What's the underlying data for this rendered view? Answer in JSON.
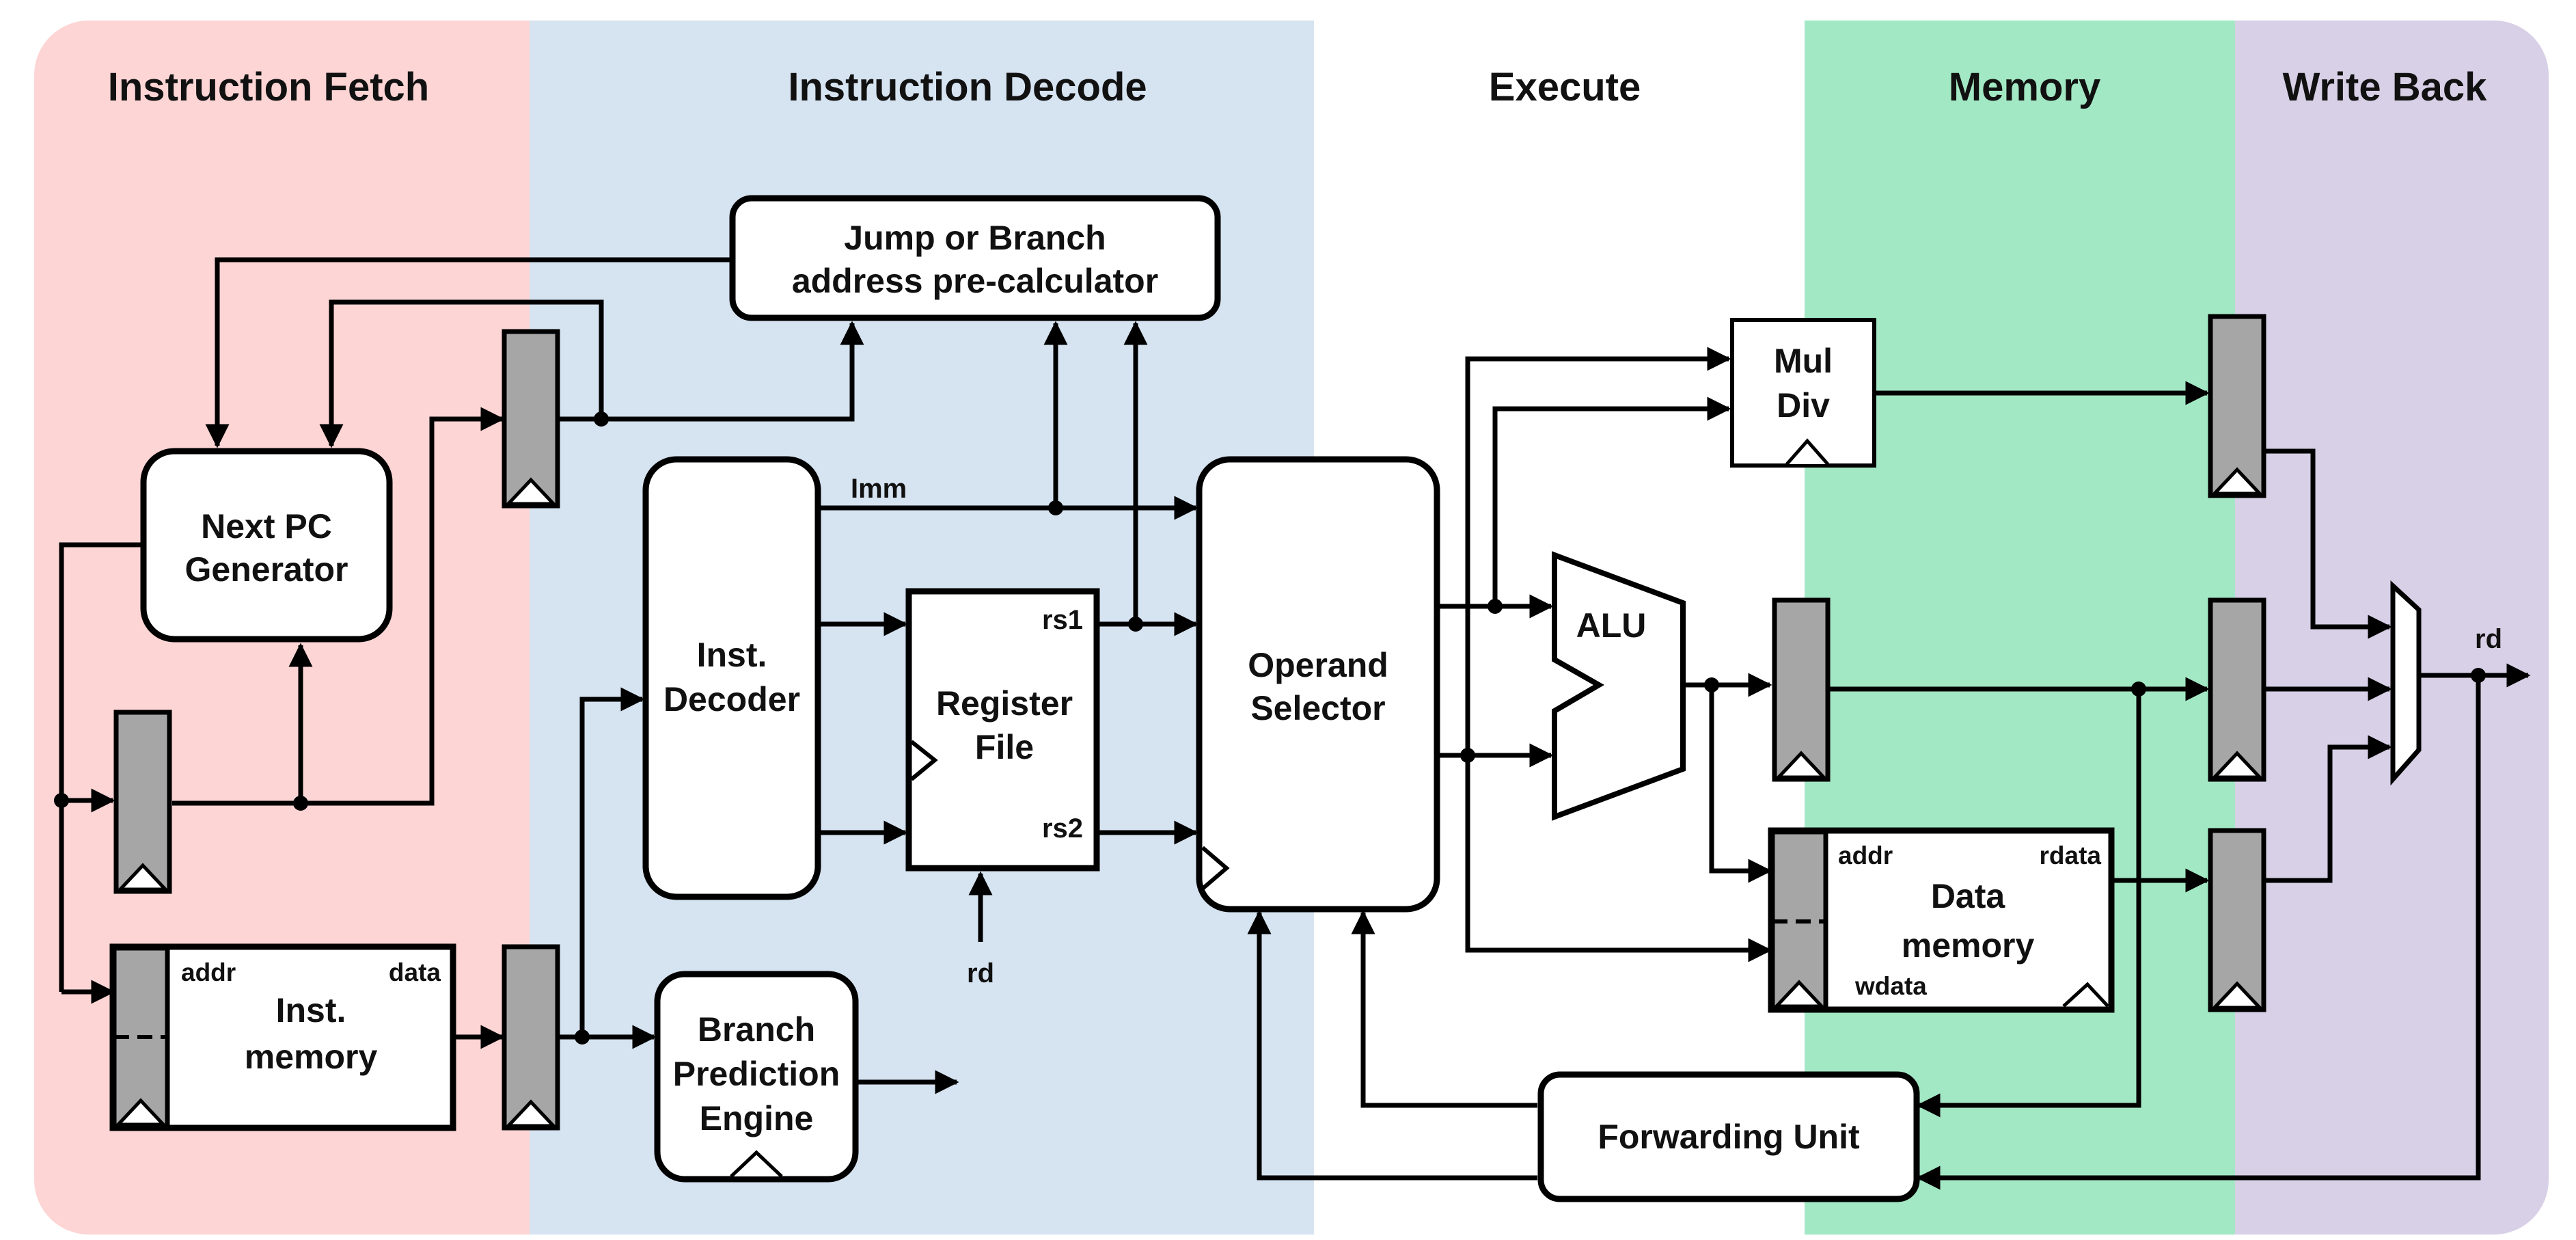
{
  "stages": {
    "fetch": "Instruction Fetch",
    "decode": "Instruction Decode",
    "execute": "Execute",
    "memory": "Memory",
    "writeback": "Write Back"
  },
  "colors": {
    "fetch_bg": "#fdd5d5",
    "decode_bg": "#d6e3f1",
    "execute_bg": "#ffffff",
    "memory_bg": "#a3e8c4",
    "writeback_bg": "#d8d0e6",
    "register_fill": "#a6a6a6"
  },
  "blocks": {
    "jump_branch": {
      "line1": "Jump or Branch",
      "line2": "address pre-calculator"
    },
    "next_pc": {
      "line1": "Next PC",
      "line2": "Generator"
    },
    "inst_decoder": {
      "line1": "Inst.",
      "line2": "Decoder"
    },
    "register_file": {
      "line1": "Register",
      "line2": "File",
      "rs1": "rs1",
      "rs2": "rs2"
    },
    "operand_selector": {
      "line1": "Operand",
      "line2": "Selector"
    },
    "mul_div": {
      "line1": "Mul",
      "line2": "Div"
    },
    "alu": {
      "label": "ALU"
    },
    "inst_memory": {
      "line1": "Inst.",
      "line2": "memory",
      "addr": "addr",
      "data": "data"
    },
    "data_memory": {
      "line1": "Data",
      "line2": "memory",
      "addr": "addr",
      "rdata": "rdata",
      "wdata": "wdata"
    },
    "branch_prediction": {
      "line1": "Branch",
      "line2": "Prediction",
      "line3": "Engine"
    },
    "forwarding_unit": {
      "label": "Forwarding Unit"
    }
  },
  "signals": {
    "imm": "Imm",
    "rd_regfile": "rd",
    "rd_output": "rd"
  }
}
